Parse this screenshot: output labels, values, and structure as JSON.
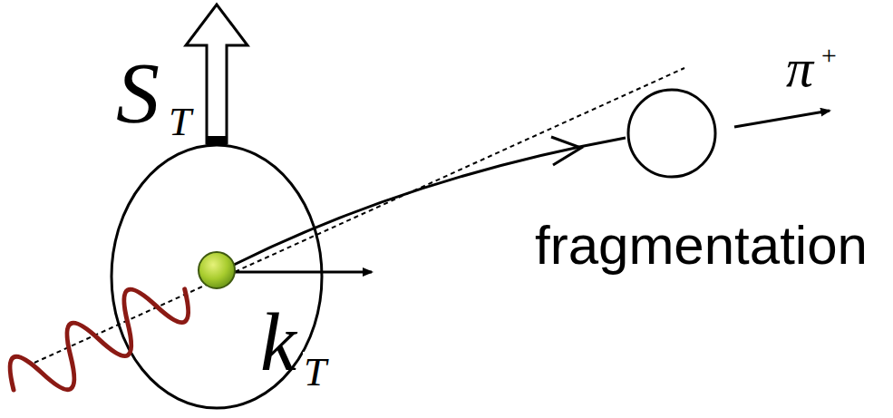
{
  "diagram": {
    "labels": [
      "S",
      "T",
      "k",
      "T",
      "π",
      "+",
      "fragmentation"
    ]
  }
}
